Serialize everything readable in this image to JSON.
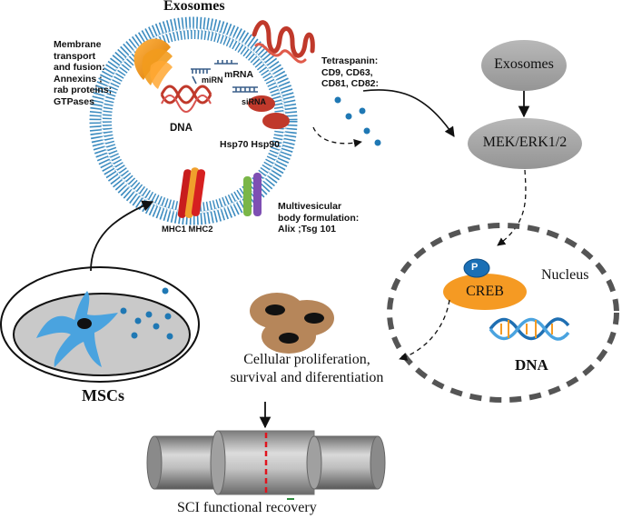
{
  "exosome": {
    "title": "Exosomes",
    "membrane_label": "Membrane\ntransport\nand fusion:\nAnnexins ;\nrab proteins;\nGTPases",
    "tetraspanin_label": "Tetraspanin:\nCD9, CD63,\nCD81,  CD82:",
    "mirna_label": "miRN",
    "mrna_label": "mRNA",
    "sirna_label": "siRNA",
    "dna_label": "DNA",
    "hsp_label": "Hsp70 Hsp90",
    "mhc_label": "MHC1 MHC2",
    "mvb_label": "Multivesicular\nbody formulation:\nAlix ;Tsg 101"
  },
  "pathway": {
    "exosomes_node": "Exosomes",
    "mek_node": "MEK/ERK1/2",
    "p_label": "P",
    "creb_label": "CREB",
    "nucleus_label": "Nucleus",
    "dna_label": "DNA"
  },
  "cells": {
    "msc_label": "MSCs",
    "cellular_label": "Cellular proliferation,\nsurvival and diferentiation"
  },
  "spinal": {
    "recovery_label": "SCI functional recovery"
  },
  "colors": {
    "membrane_blue": "#3d8cc0",
    "membrane_inner": "#ffffff",
    "grey_node": "#a6a6a6",
    "creb_orange": "#f59a23",
    "p_blue": "#1a6fb5",
    "exosome_dot": "#1f78b4",
    "cell_brown": "#b6865a",
    "msc_blue": "#4aa3df",
    "dna_red": "#c0392b",
    "lesion_red": "#e0141e"
  }
}
